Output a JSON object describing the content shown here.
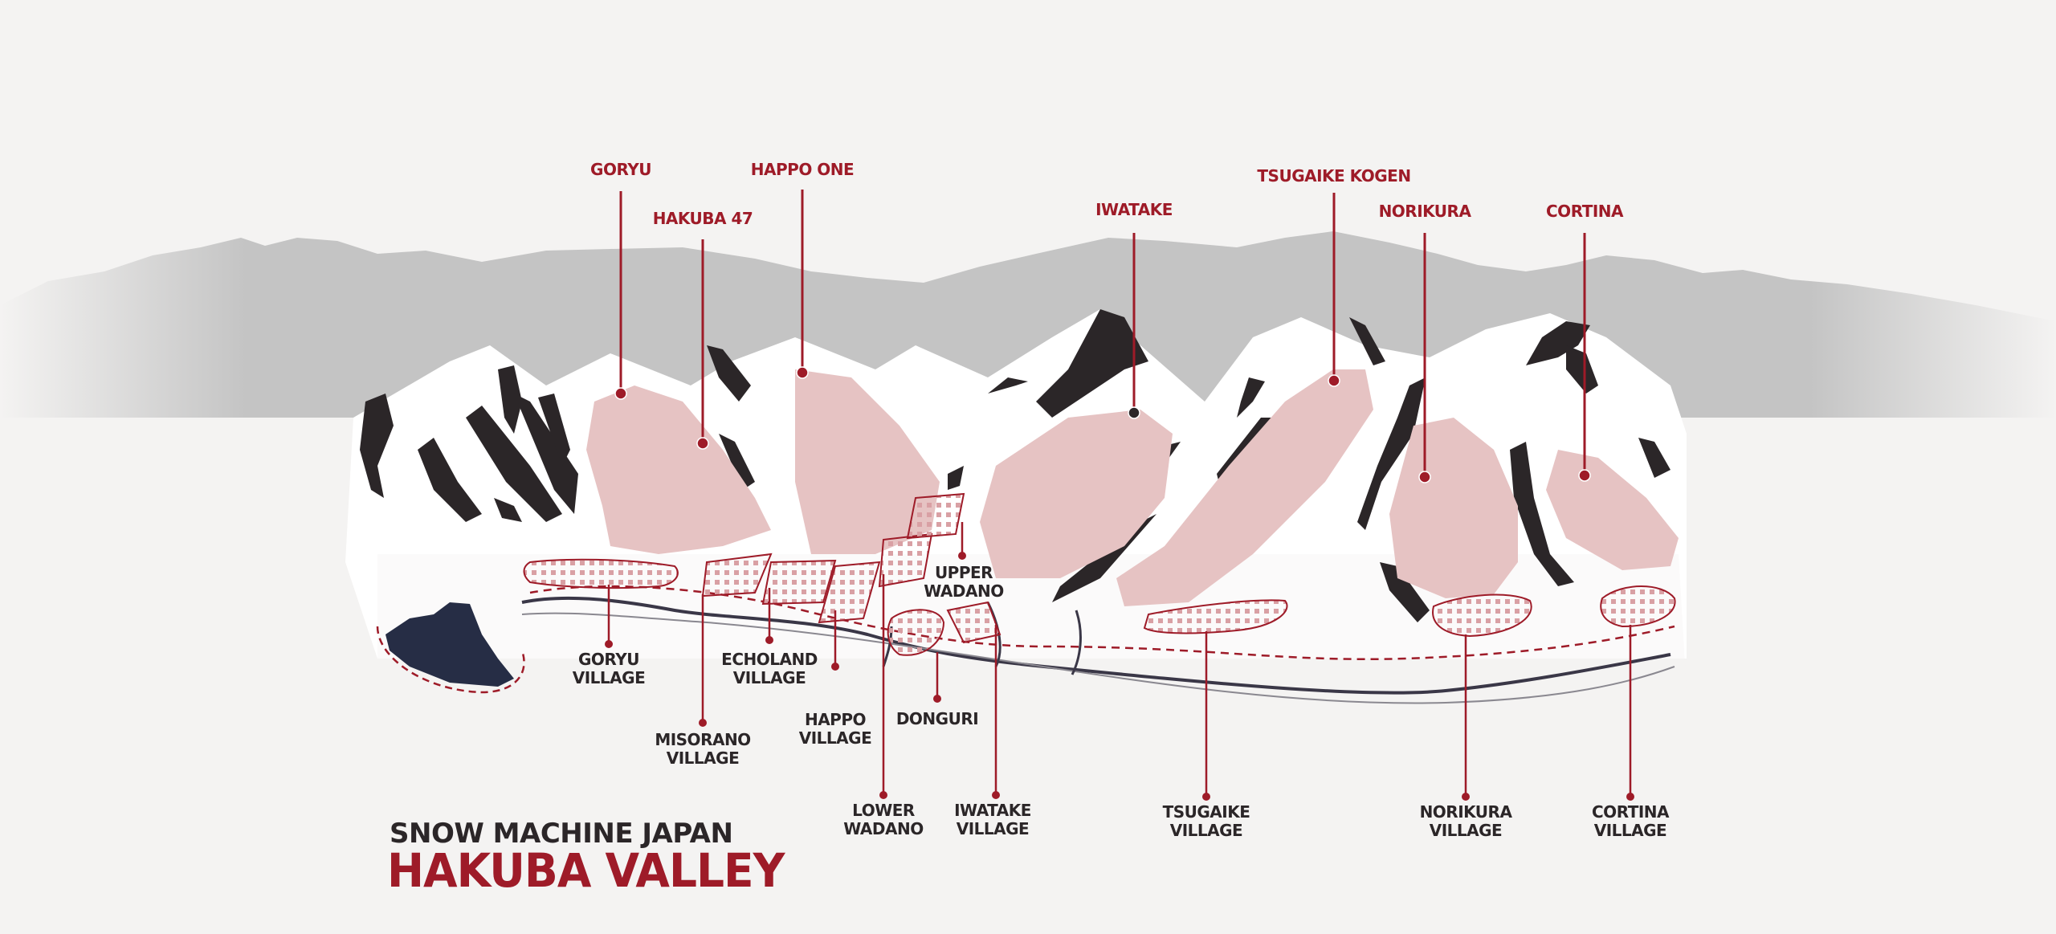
{
  "colors": {
    "accent": "#9e1b28",
    "dark": "#2b2628",
    "navy": "#262d45",
    "pink": "#e6c3c3",
    "grey_range": "#c4c4c4",
    "road": "#3a3747",
    "background": "#f4f3f2"
  },
  "title": {
    "brand": "SNOW MACHINE JAPAN",
    "main": "HAKUBA VALLEY"
  },
  "resorts": [
    {
      "id": "goryu",
      "label": "GORYU"
    },
    {
      "id": "hakuba47",
      "label": "HAKUBA 47"
    },
    {
      "id": "happo-one",
      "label": "HAPPO ONE"
    },
    {
      "id": "iwatake",
      "label": "IWATAKE"
    },
    {
      "id": "tsugaike-kogen",
      "label": "TSUGAIKE KOGEN"
    },
    {
      "id": "norikura",
      "label": "NORIKURA"
    },
    {
      "id": "cortina",
      "label": "CORTINA"
    }
  ],
  "villages": [
    {
      "id": "goryu-village",
      "label": "GORYU\nVILLAGE"
    },
    {
      "id": "misorano-village",
      "label": "MISORANO\nVILLAGE"
    },
    {
      "id": "echoland-village",
      "label": "ECHOLAND\nVILLAGE"
    },
    {
      "id": "happo-village",
      "label": "HAPPO\nVILLAGE"
    },
    {
      "id": "upper-wadano",
      "label": "UPPER\nWADANO"
    },
    {
      "id": "donguri",
      "label": "DONGURI"
    },
    {
      "id": "lower-wadano",
      "label": "LOWER\nWADANO"
    },
    {
      "id": "iwatake-village",
      "label": "IWATAKE\nVILLAGE"
    },
    {
      "id": "tsugaike-village",
      "label": "TSUGAIKE\nVILLAGE"
    },
    {
      "id": "norikura-village",
      "label": "NORIKURA\nVILLAGE"
    },
    {
      "id": "cortina-village",
      "label": "CORTINA\nVILLAGE"
    }
  ]
}
